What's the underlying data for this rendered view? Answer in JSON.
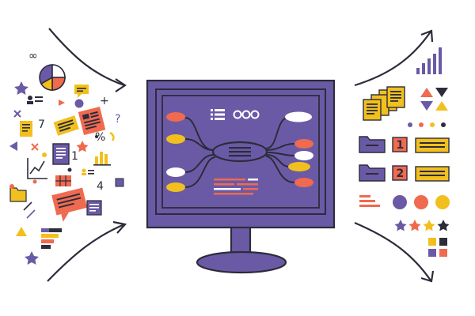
{
  "colors": {
    "purple": "#6a5aa6",
    "purple_dark": "#4e4290",
    "navy": "#2c2c3a",
    "orange": "#ef6a4f",
    "yellow": "#f2c01e",
    "white": "#ffffff",
    "bg": "#ffffff"
  },
  "clutter": {
    "digit_7": "7",
    "digit_1": "1",
    "digit_4": "4",
    "infinity": "∞",
    "percent": "%",
    "question": "?",
    "plus": "+"
  },
  "organized": {
    "folder_1_number": "1",
    "folder_2_number": "2"
  },
  "icons": [
    "arrow-in-top-icon",
    "arrow-in-bottom-icon",
    "arrow-out-top-icon",
    "arrow-out-bottom-icon",
    "monitor-icon",
    "mind-map-icon",
    "pie-chart-icon",
    "bar-chart-icon",
    "document-icon",
    "folder-icon",
    "triangle-icon",
    "star-icon"
  ]
}
